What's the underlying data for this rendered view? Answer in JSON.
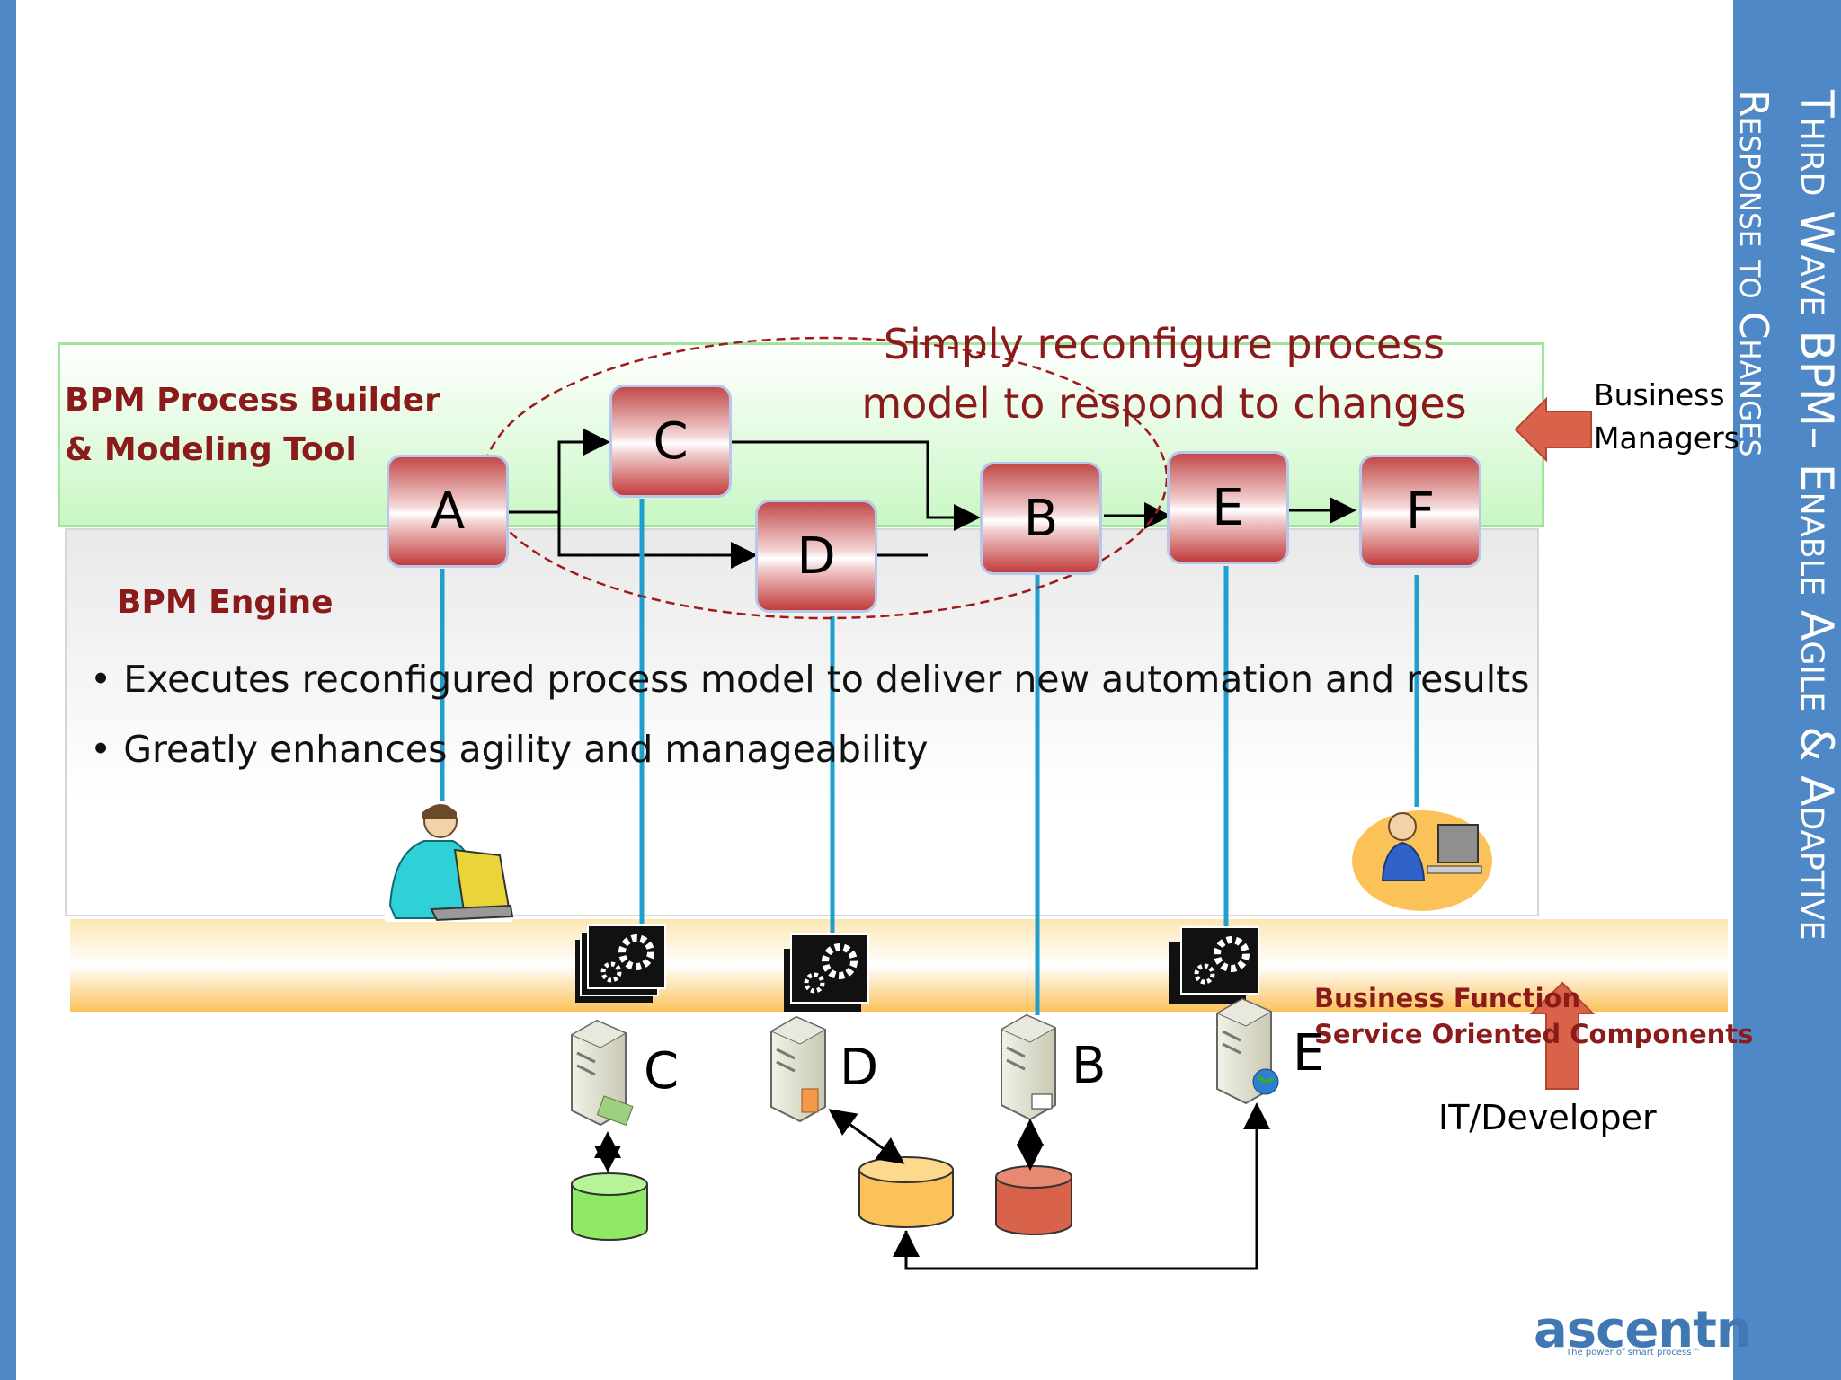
{
  "slide": {
    "title_line1": "Third Wave BPM– Enable Agile & Adaptive",
    "title_line2": "Response to Changes",
    "builder_label_line1": "BPM Process Builder",
    "builder_label_line2": "& Modeling Tool",
    "engine_label": "BPM Engine",
    "callout_line1": "Simply reconfigure process",
    "callout_line2": "model to respond to changes",
    "bullets": [
      "• Executes reconfigured process model to deliver new automation and results",
      "• Greatly enhances agility and manageability"
    ],
    "business_managers_line1": "Business",
    "business_managers_line2": "Managers",
    "service_label_line1": "Business Function",
    "service_label_line2": "Service Oriented Components",
    "it_developer": "IT/Developer",
    "logo_text": "ascentn",
    "logo_tagline": "The power of smart process™"
  },
  "process_nodes": [
    {
      "id": "A",
      "label": "A"
    },
    {
      "id": "C",
      "label": "C"
    },
    {
      "id": "D",
      "label": "D"
    },
    {
      "id": "B",
      "label": "B"
    },
    {
      "id": "E",
      "label": "E"
    },
    {
      "id": "F",
      "label": "F"
    }
  ],
  "servers": [
    {
      "id": "C",
      "label": "C"
    },
    {
      "id": "D",
      "label": "D"
    },
    {
      "id": "B",
      "label": "B"
    },
    {
      "id": "E",
      "label": "E"
    }
  ],
  "colors": {
    "side_bar": "#4f88c6",
    "builder_band": "#c9f7c4",
    "service_band": "#fbc25a",
    "connector": "#1e9fd0",
    "label_red": "#8b1a1a",
    "arrow_fill": "#d9634a",
    "db_green": "#8fe866",
    "db_yellow": "#fbc25a",
    "db_red": "#d9634a"
  },
  "icons": [
    "user-laptop-icon",
    "user-desktop-icon",
    "gears-icon",
    "server-icon",
    "database-icon"
  ]
}
